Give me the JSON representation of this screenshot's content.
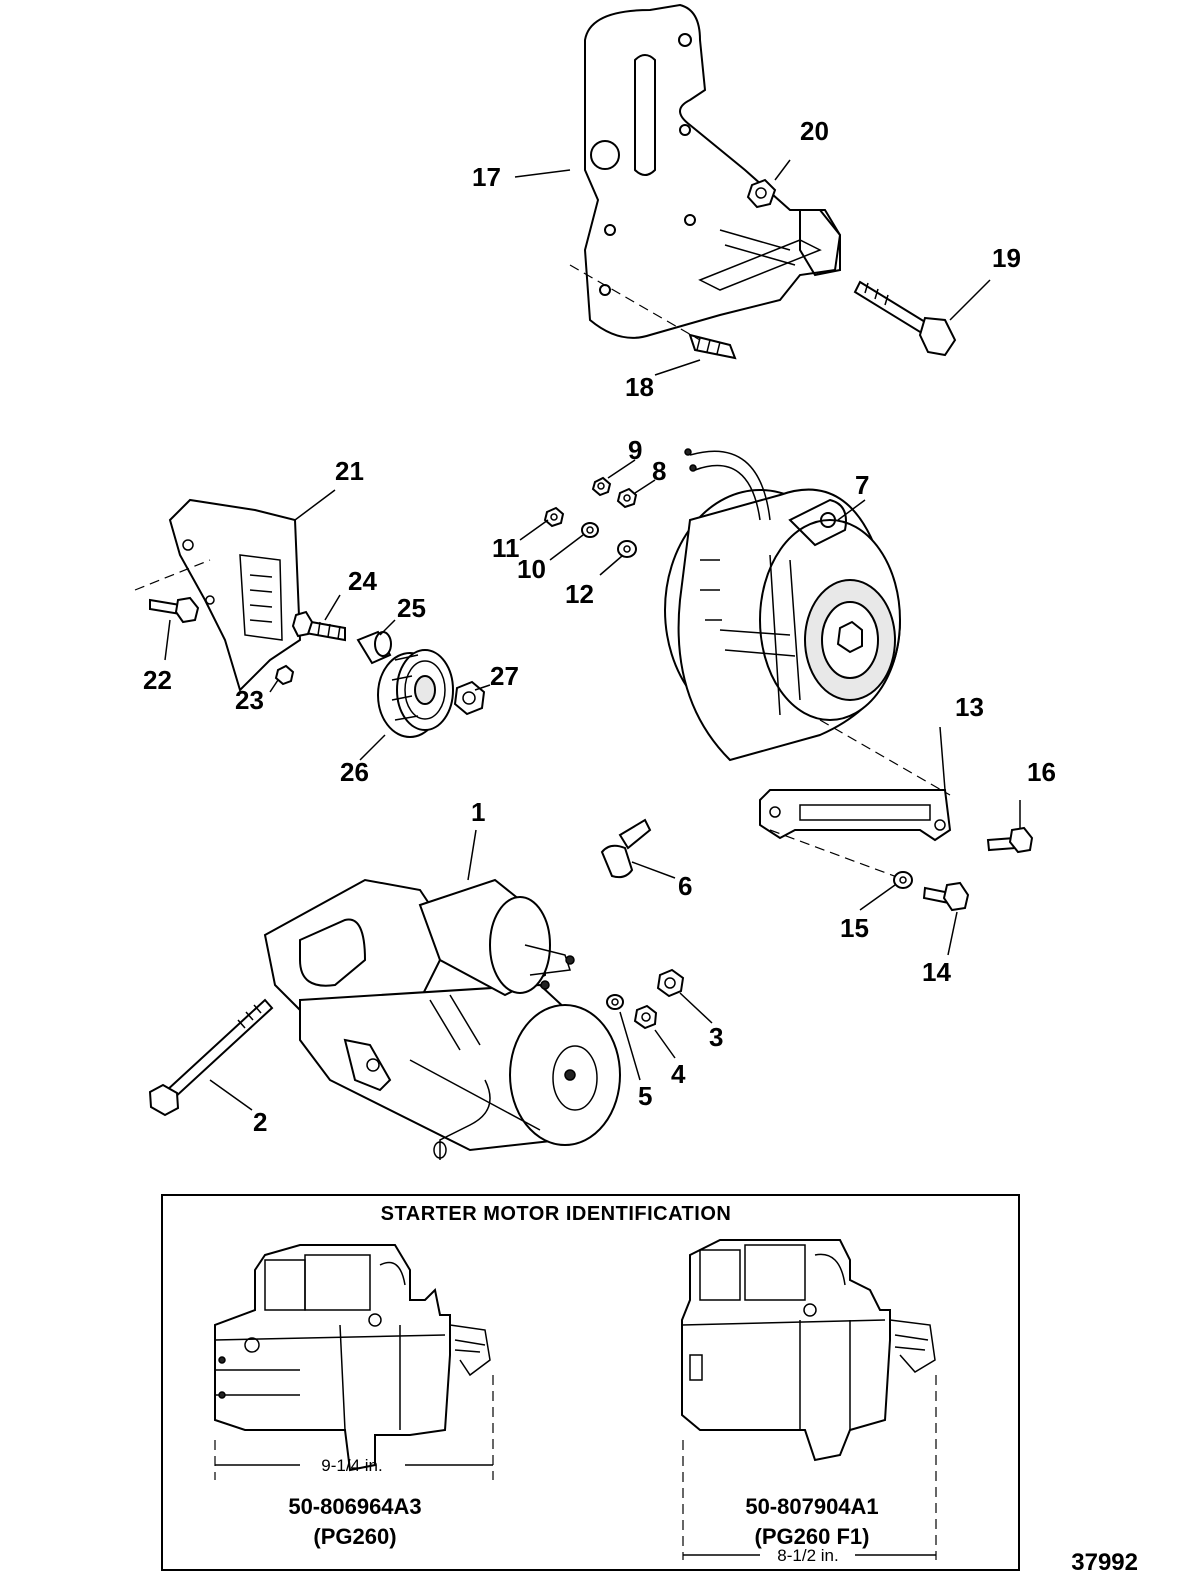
{
  "callouts": {
    "c1": "1",
    "c2": "2",
    "c3": "3",
    "c4": "4",
    "c5": "5",
    "c6": "6",
    "c7": "7",
    "c8": "8",
    "c9": "9",
    "c10": "10",
    "c11": "11",
    "c12": "12",
    "c13": "13",
    "c14": "14",
    "c15": "15",
    "c16": "16",
    "c17": "17",
    "c18": "18",
    "c19": "19",
    "c20": "20",
    "c21": "21",
    "c22": "22",
    "c23": "23",
    "c24": "24",
    "c25": "25",
    "c26": "26",
    "c27": "27"
  },
  "identification": {
    "title": "STARTER MOTOR IDENTIFICATION",
    "left": {
      "length": "9-1/4 in.",
      "part_number": "50-806964A3",
      "model": "(PG260)"
    },
    "right": {
      "length": "8-1/2 in.",
      "part_number": "50-807904A1",
      "model": "(PG260 F1)"
    }
  },
  "reference_number": "37992"
}
